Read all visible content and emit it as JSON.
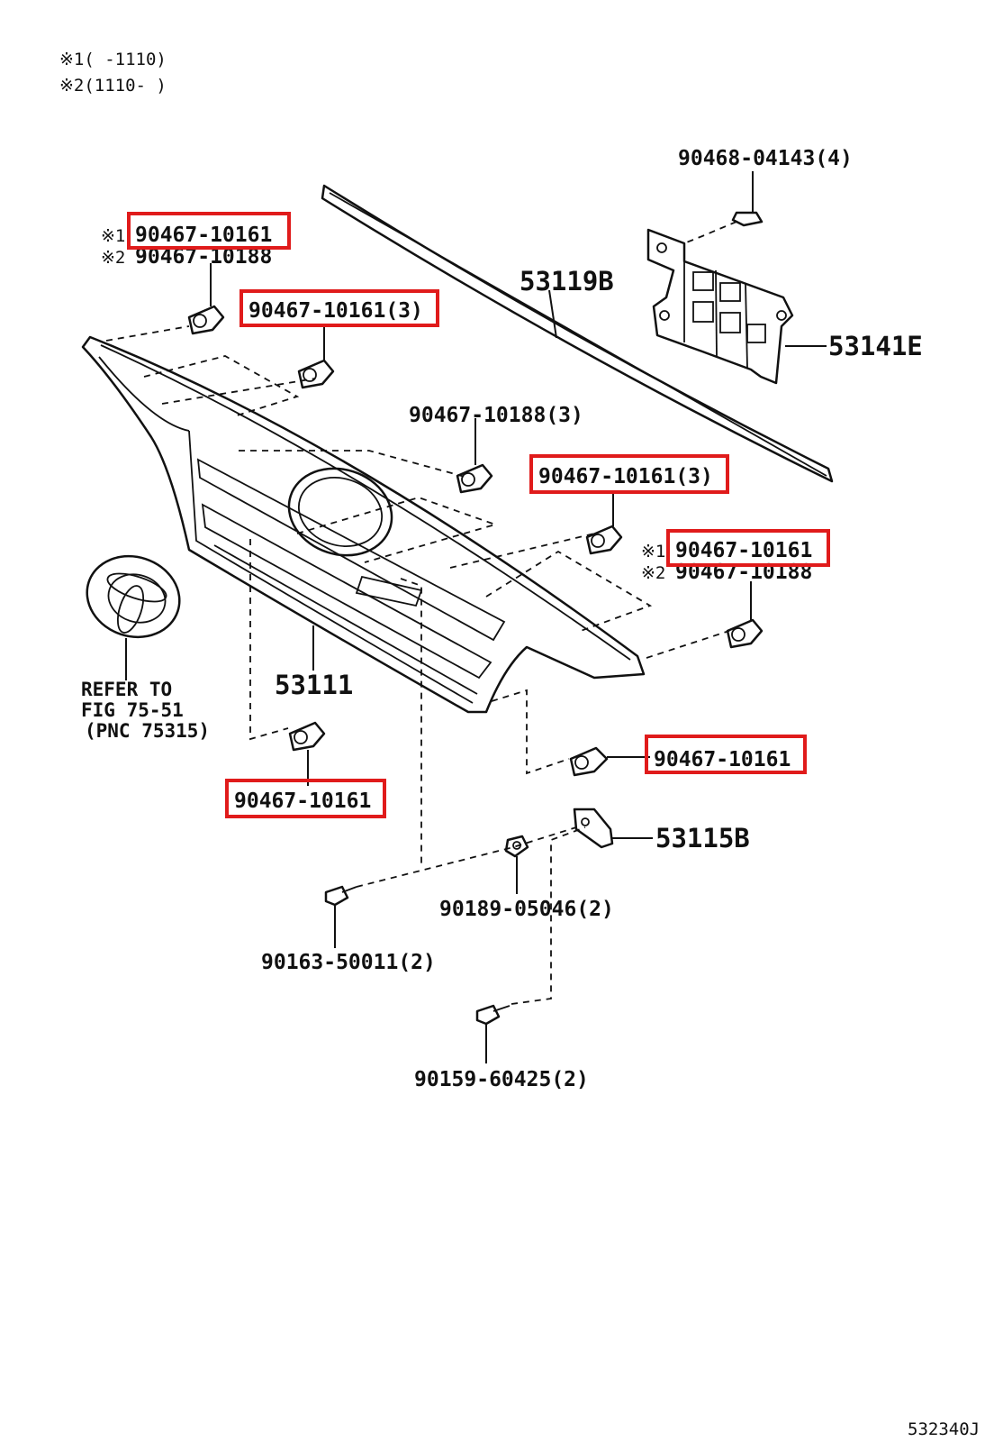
{
  "notes": {
    "note1": "※1(    -1110)",
    "note2": "※2(1110-    )"
  },
  "labels": {
    "clip_top_right": "90468-04143(4)",
    "clip_left_1": "90467-10161",
    "clip_left_2": "90467-10188",
    "clip_left_mark_1": "※1",
    "clip_left_mark_2": "※2",
    "molding": "53119B",
    "clip_top_center": "90467-10161(3)",
    "bracket": "53141E",
    "clip_center_10188": "90467-10188(3)",
    "clip_center_10161": "90467-10161(3)",
    "clip_right_1": "90467-10161",
    "clip_right_2": "90467-10188",
    "clip_right_mark_1": "※1",
    "clip_right_mark_2": "※2",
    "grille": "53111",
    "clip_lower_right": "90467-10161",
    "clip_lower_left": "90467-10161",
    "plate": "53115B",
    "nut": "90189-05046(2)",
    "screw": "90163-50011(2)",
    "bolt": "90159-60425(2)",
    "emblem_ref_1": "REFER TO",
    "emblem_ref_2": "FIG 75-51",
    "emblem_ref_3": "(PNC 75315)",
    "figure_code": "532340J"
  },
  "colors": {
    "highlight": "#e01b1b",
    "ink": "#111111"
  }
}
